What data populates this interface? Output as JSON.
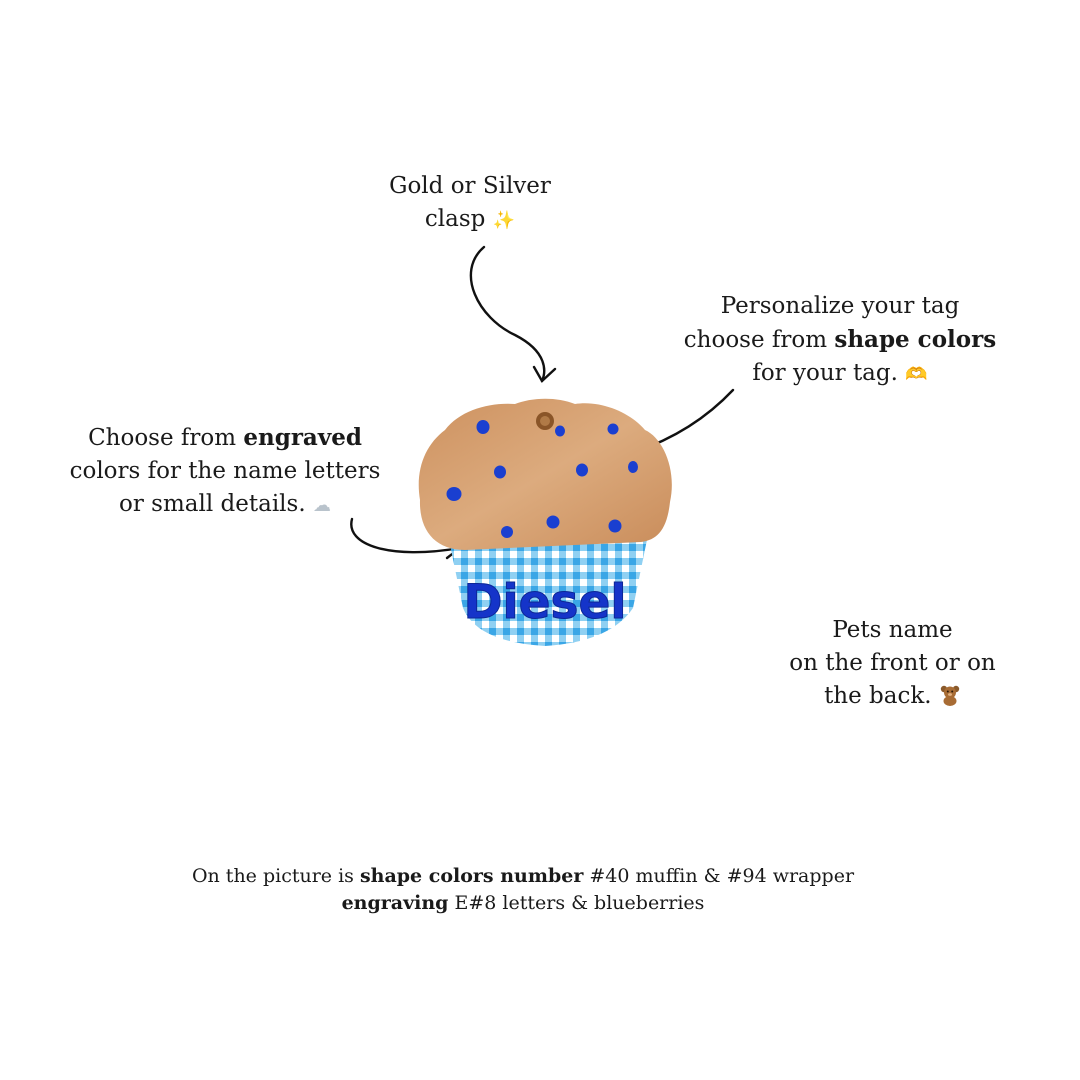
{
  "clasp_note": {
    "line1": "Gold or Silver",
    "line2": "clasp",
    "icon": "sparkles-icon"
  },
  "shape_note": {
    "line1": "Personalize your tag",
    "line2_pre": "choose from ",
    "line2_bold": "shape colors",
    "line3": "for your tag.",
    "icon": "heart-hands-icon"
  },
  "engraved_note": {
    "line1_pre": "Choose from ",
    "line1_bold": "engraved",
    "line2": "colors for the name letters",
    "line3": "or small details.",
    "icon": "cloud-icon"
  },
  "pets_note": {
    "line1": "Pets name",
    "line2": "on the front or on",
    "line3": "the back.",
    "icon": "teddy-bear-icon"
  },
  "tag": {
    "name": "Diesel",
    "muffin_color": "#d9a273",
    "wrapper_color": "#5bb8ea",
    "engraving_color": "#1534c9"
  },
  "footer": {
    "line1_pre": "On the picture is ",
    "line1_bold": "shape colors number",
    "line1_post": " #40 muffin & #94 wrapper",
    "line2_bold": "engraving",
    "line2_post": " E#8 letters & blueberries"
  }
}
